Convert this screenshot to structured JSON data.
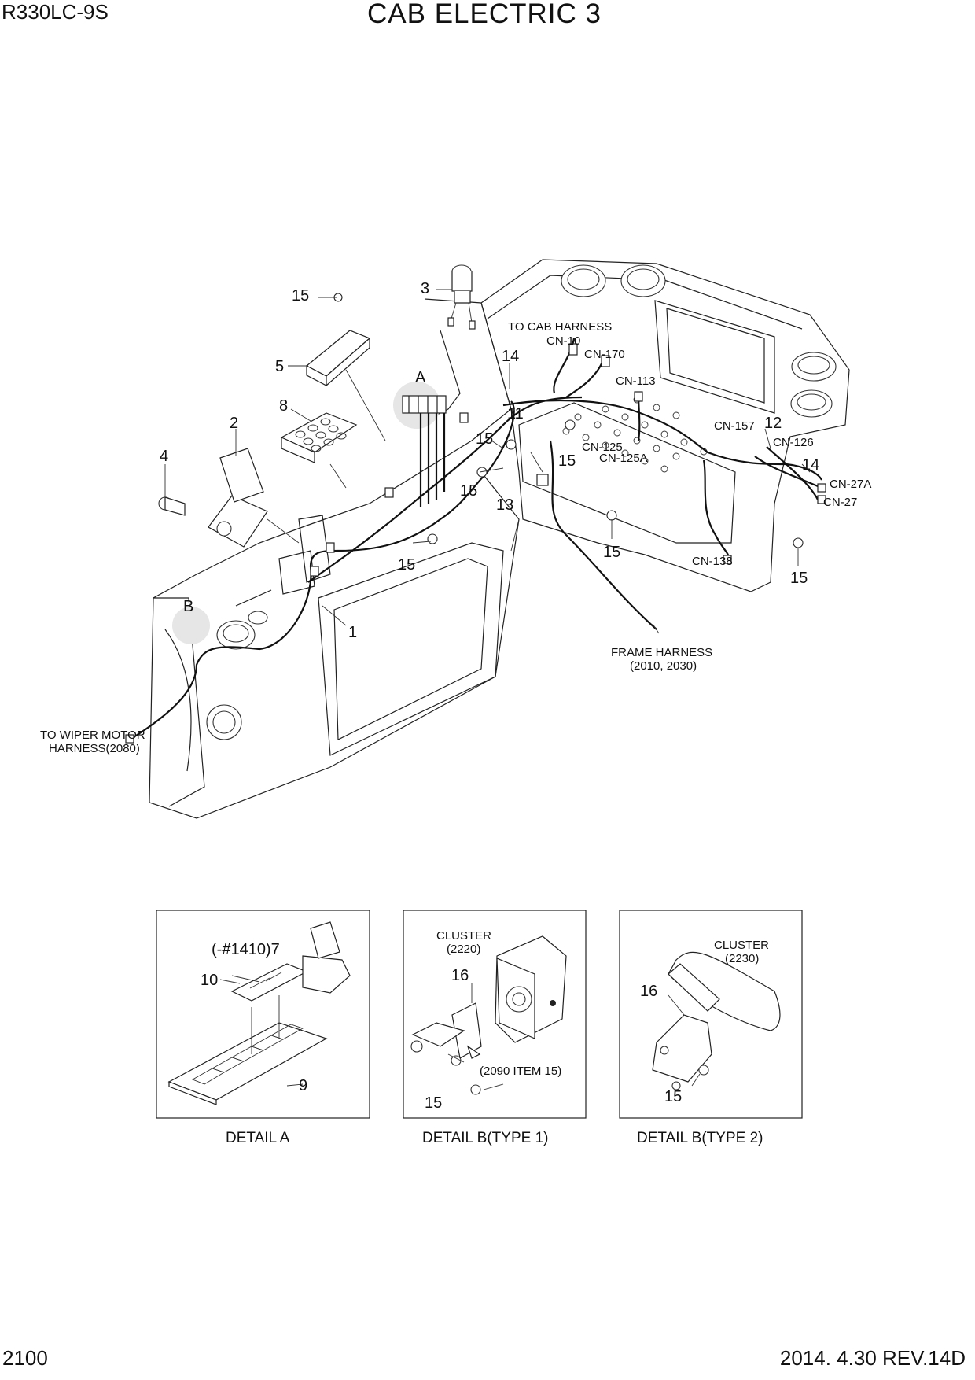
{
  "header": {
    "model": "R330LC-9S",
    "title": "CAB ELECTRIC 3"
  },
  "footer": {
    "page": "2100",
    "date_rev": "2014. 4.30  REV.14D"
  },
  "callouts": {
    "c1": "1",
    "c2": "2",
    "c3": "3",
    "c4": "4",
    "c5": "5",
    "c8": "8",
    "c11": "11",
    "c12": "12",
    "c13": "13",
    "c14a": "14",
    "c14b": "14",
    "c15a": "15",
    "c15b": "15",
    "c15c": "15",
    "c15d": "15",
    "c15e": "15",
    "c15f": "15",
    "c15g": "15",
    "detailA": "A",
    "detailB": "B"
  },
  "labels": {
    "to_cab_harness_1": "TO CAB HARNESS",
    "to_cab_harness_2": "CN-10",
    "cn170": "CN-170",
    "cn113": "CN-113",
    "cn157": "CN-157",
    "cn126": "CN-126",
    "cn125": "CN-125",
    "cn125a": "CN-125A",
    "cn27a": "CN-27A",
    "cn27": "CN-27",
    "cn138": "CN-138",
    "frame_harness_1": "FRAME HARNESS",
    "frame_harness_2": "(2010, 2030)",
    "wiper_1": "TO WIPER MOTOR",
    "wiper_2": "HARNESS(2080)"
  },
  "details": {
    "a": {
      "caption": "DETAIL  A",
      "c7": "(-#1410)7",
      "c10": "10",
      "c9": "9"
    },
    "b1": {
      "caption": "DETAIL  B(TYPE 1)",
      "cluster_1": "CLUSTER",
      "cluster_2": "(2220)",
      "c16": "16",
      "c15": "15",
      "item": "(2090 ITEM 15)"
    },
    "b2": {
      "caption": "DETAIL  B(TYPE 2)",
      "cluster_1": "CLUSTER",
      "cluster_2": "(2230)",
      "c16": "16",
      "c15": "15"
    }
  }
}
